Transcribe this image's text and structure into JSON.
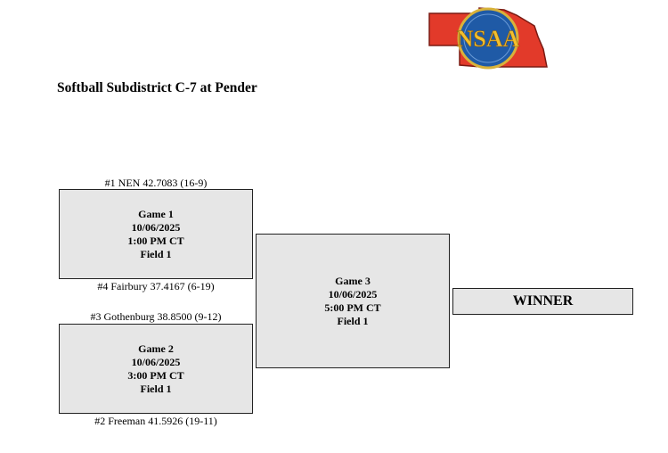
{
  "logo": {
    "text": "NSAA",
    "colors": {
      "state_fill": "#e23a2a",
      "circle_fill": "#1f5aa6",
      "letters": "#f2c02e"
    }
  },
  "title": "Softball Subdistrict C-7 at Pender",
  "teams": {
    "seed1": "#1 NEN 42.7083 (16-9)",
    "seed4": "#4 Fairbury 37.4167 (6-19)",
    "seed3": "#3 Gothenburg 38.8500 (9-12)",
    "seed2": "#2 Freeman 41.5926 (19-11)"
  },
  "games": [
    {
      "name": "Game 1",
      "date": "10/06/2025",
      "time": "1:00 PM CT",
      "field": "Field 1"
    },
    {
      "name": "Game 2",
      "date": "10/06/2025",
      "time": "3:00 PM CT",
      "field": "Field 1"
    },
    {
      "name": "Game 3",
      "date": "10/06/2025",
      "time": "5:00 PM CT",
      "field": "Field 1"
    }
  ],
  "winner_label": "WINNER"
}
